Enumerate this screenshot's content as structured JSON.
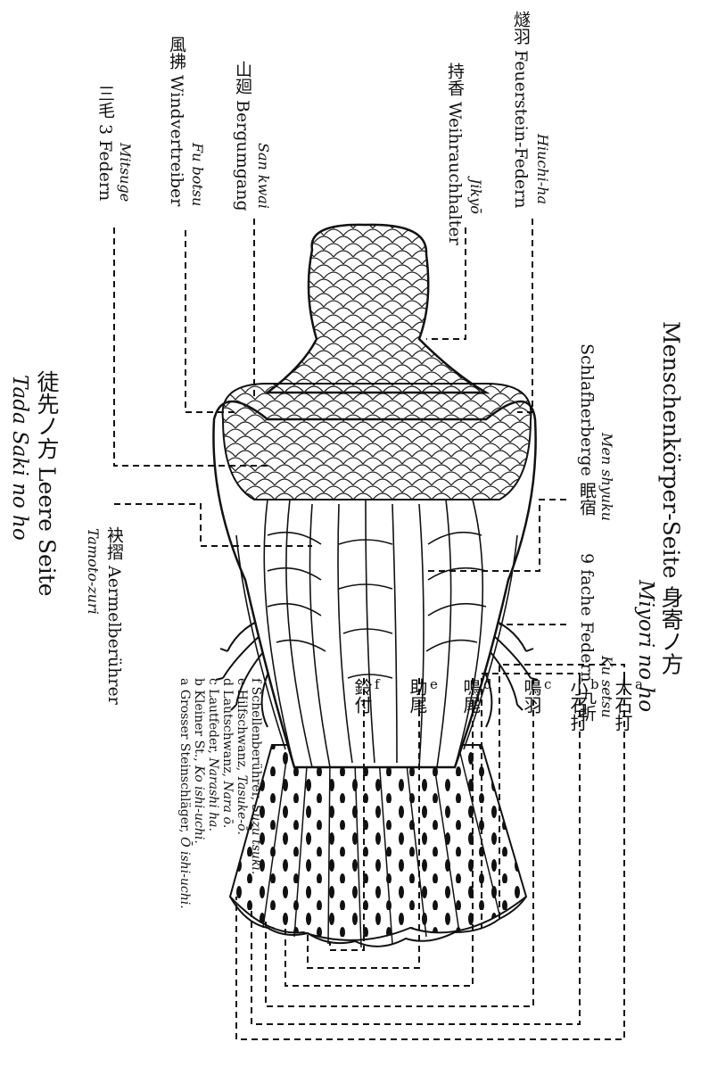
{
  "top_labels": [
    {
      "id": "mitsuge",
      "jp": "三毛",
      "text": "3 Federn",
      "romaji": "Mitsuge"
    },
    {
      "id": "fubotsu",
      "jp": "風拂",
      "text": "Windvertreiber",
      "romaji": "Fu botsu"
    },
    {
      "id": "sankwai",
      "jp": "山廻",
      "text": "Bergumgang",
      "romaji": "San kwai"
    },
    {
      "id": "jikyo",
      "jp": "持香",
      "text": "Weihrauchhalter",
      "romaji": "Jikyō"
    },
    {
      "id": "hiuchiha",
      "jp": "燧羽",
      "text": "Feuerstein-Federn",
      "romaji": "Hiuchi-ha"
    }
  ],
  "right_labels": [
    {
      "id": "menshuku",
      "jp": "眠宿",
      "text": "Schlafherberge",
      "romaji": "Men shyuku"
    },
    {
      "id": "kusetsu",
      "jp": "九折",
      "text": "9 fache Federn",
      "romaji": "Ku setsu"
    }
  ],
  "left_label": {
    "jp": "袂摺",
    "text": "Aermelberührer",
    "romaji": "Tamoto-zuri"
  },
  "side_titles": {
    "left": {
      "jp": "徒先ノ方",
      "text": "Leere Seite",
      "romaji": "Tada Saki no ho"
    },
    "right": {
      "jp": "身寄ノ方",
      "text": "Menschenkörper-Seite",
      "romaji": "Miyori no ho"
    }
  },
  "tail_labels": [
    {
      "letter": "a",
      "jp": "大石打"
    },
    {
      "letter": "b",
      "jp": "小石打"
    },
    {
      "letter": "c",
      "jp": "鳴羽"
    },
    {
      "letter": "d",
      "jp": "鳴尾"
    },
    {
      "letter": "e",
      "jp": "助尾"
    },
    {
      "letter": "f",
      "jp": "鈴付"
    }
  ],
  "legend": [
    {
      "letter": "a",
      "text": "Grosser Steinschläger,",
      "romaji": "Ō ishi-uchi."
    },
    {
      "letter": "b",
      "text": "Kleiner St.,",
      "romaji": "Ko ishi-uchi."
    },
    {
      "letter": "c",
      "text": "Lautfeder,",
      "romaji": "Narashi ha."
    },
    {
      "letter": "d",
      "text": "Lautschwanz,",
      "romaji": "Nara ō."
    },
    {
      "letter": "e",
      "text": "Hilfschwanz,",
      "romaji": "Tasuke-ō."
    },
    {
      "letter": "f",
      "text": "Schellenberührer,",
      "romaji": "Suzu tsuki."
    }
  ]
}
